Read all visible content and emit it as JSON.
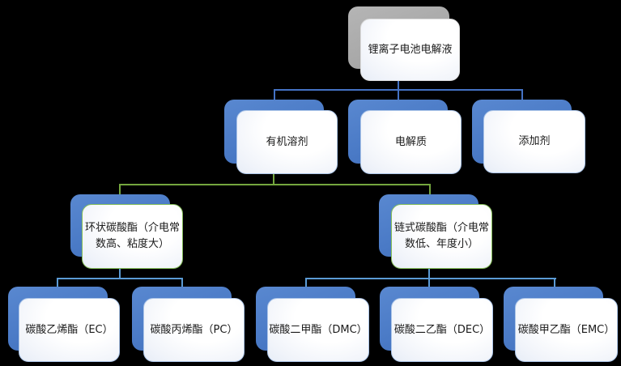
{
  "diagram": {
    "root": {
      "label": "锂离子电池电解液"
    },
    "level2": [
      {
        "label": "有机溶剂"
      },
      {
        "label": "电解质"
      },
      {
        "label": "添加剂"
      }
    ],
    "level3": [
      {
        "label": "环状碳酸酯（介电常数高、粘度大）"
      },
      {
        "label": "链式碳酸酯（介电常数低、年度小）"
      }
    ],
    "level4": [
      {
        "label": "碳酸乙烯酯（EC）"
      },
      {
        "label": "碳酸丙烯酯（PC）"
      },
      {
        "label": "碳酸二甲酯（DMC）"
      },
      {
        "label": "碳酸二乙酯（DEC）"
      },
      {
        "label": "碳酸甲乙酯（EMC）"
      }
    ],
    "colors": {
      "background": "#000000",
      "shadow_blue": "#4A7AC6",
      "shadow_blue_light": "#5988D0",
      "shadow_blue_dark": "#3F6DB9",
      "shadow_gray": "#A8A8A8",
      "box_edge": "#E7EDF7",
      "box_text": "#1A1A1A",
      "border_gray": "#DCDCDC",
      "border_blue": "#ACC5E8",
      "border_green": "#84BD58",
      "connector_blue": "#4472C4",
      "connector_light_blue": "#5B9BD5",
      "connector_green": "#74A63E"
    }
  }
}
